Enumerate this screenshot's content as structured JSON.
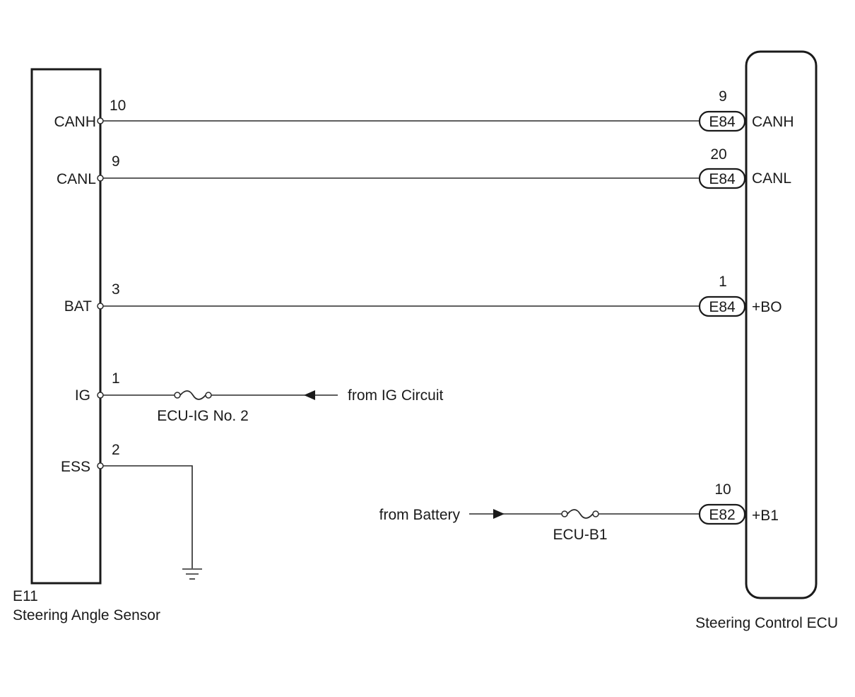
{
  "sensor": {
    "id": "E11",
    "name": "Steering Angle Sensor"
  },
  "ecu": {
    "name": "Steering Control ECU"
  },
  "sensor_pins": {
    "canh": {
      "label": "CANH",
      "number": "10"
    },
    "canl": {
      "label": "CANL",
      "number": "9"
    },
    "bat": {
      "label": "BAT",
      "number": "3"
    },
    "ig": {
      "label": "IG",
      "number": "1"
    },
    "ess": {
      "label": "ESS",
      "number": "2"
    }
  },
  "ecu_pins": {
    "canh": {
      "label": "CANH",
      "number": "9",
      "connector": "E84"
    },
    "canl": {
      "label": "CANL",
      "number": "20",
      "connector": "E84"
    },
    "bo": {
      "label": "+BO",
      "number": "1",
      "connector": "E84"
    },
    "b1": {
      "label": "+B1",
      "number": "10",
      "connector": "E82"
    }
  },
  "fuses": {
    "ig": "ECU-IG No. 2",
    "b1": "ECU-B1"
  },
  "sources": {
    "ig": "from IG Circuit",
    "battery": "from Battery"
  },
  "icons": {
    "ground": "ground-symbol-icon",
    "arrow": "arrow-icon",
    "fuse": "fuse-icon"
  }
}
